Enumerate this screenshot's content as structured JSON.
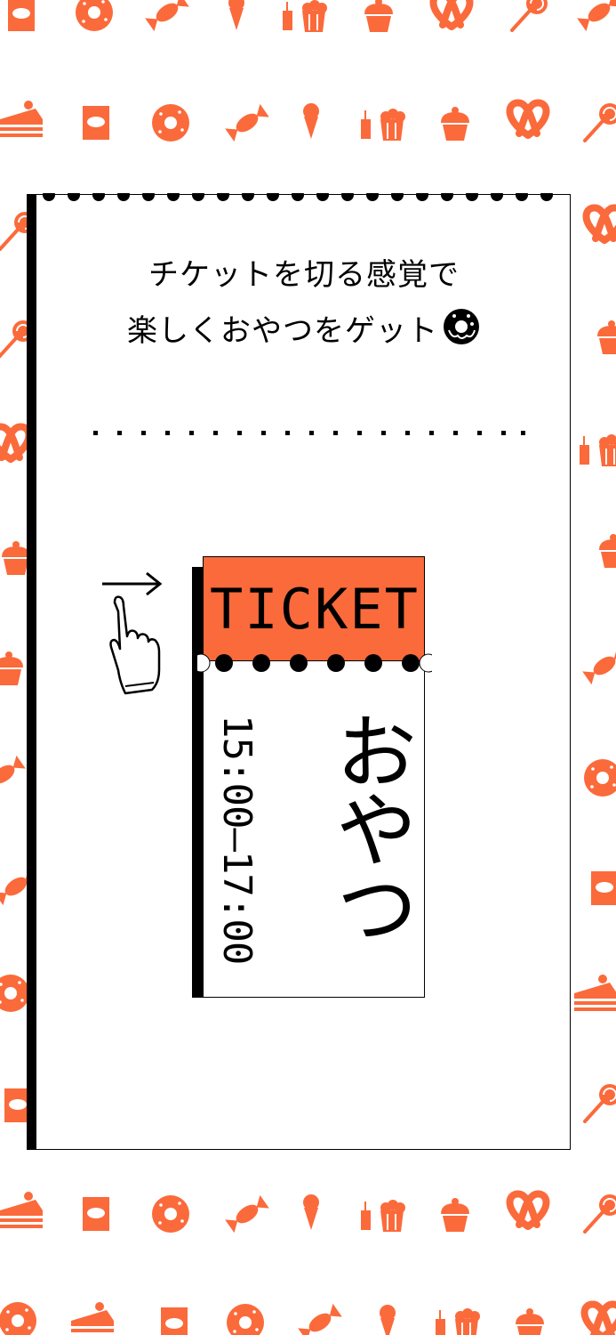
{
  "intro": {
    "line1": "チケットを切る感覚で",
    "line2": "楽しくおやつをゲット",
    "line2_icon": "donut-icon"
  },
  "ticket": {
    "header": "TICKET",
    "time": "15:00–17:00",
    "name": "おやつ"
  },
  "hint": {
    "arrow_icon": "arrow-right-icon",
    "hand_icon": "pointing-hand-icon"
  },
  "background": {
    "pattern_icons": [
      "candy-bag-icon",
      "donut-icon",
      "candy-icon",
      "ice-cream-icon",
      "drink-popcorn-icon",
      "cupcake-icon",
      "pretzel-icon",
      "lollipop-icon",
      "cake-slice-icon"
    ]
  },
  "colors": {
    "accent": "#fb6a3b",
    "ink": "#000000",
    "paper": "#ffffff"
  }
}
